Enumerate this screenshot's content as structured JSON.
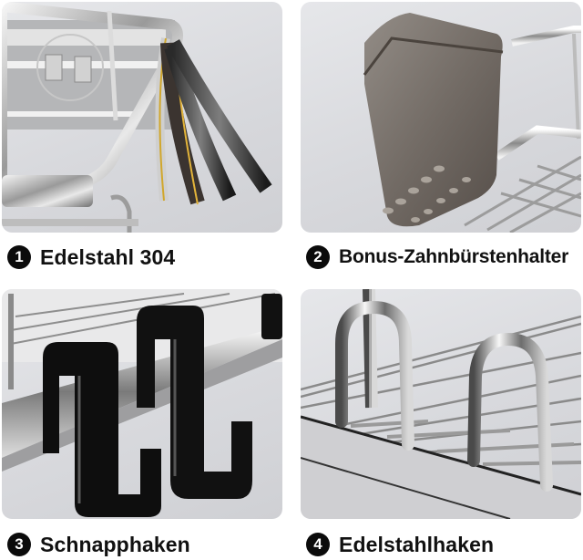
{
  "features": [
    {
      "number": "1",
      "label": "Edelstahl 304",
      "image": "stainless-steel-layers-closeup"
    },
    {
      "number": "2",
      "label": "Bonus-Zahnbürstenhalter",
      "image": "toothbrush-holder-cup"
    },
    {
      "number": "3",
      "label": "Schnapphaken",
      "image": "black-snap-hooks"
    },
    {
      "number": "4",
      "label": "Edelstahlhaken",
      "image": "stainless-steel-hooks"
    }
  ],
  "colors": {
    "panel_background": "#dcdde1",
    "badge_background": "#0b0b0b",
    "label_text": "#111111",
    "page_background": "#ffffff"
  }
}
